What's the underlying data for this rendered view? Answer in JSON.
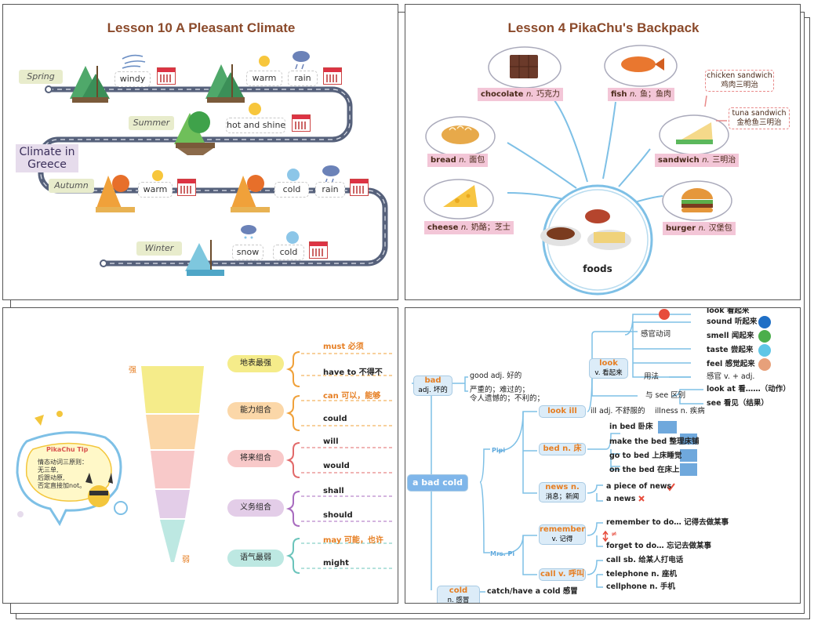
{
  "panel1": {
    "title": "Lesson 10 A Pleasant Climate",
    "center": "Climate in\nGreece",
    "seasons": [
      {
        "name": "Spring",
        "weather": [
          "windy",
          "warm",
          "rain"
        ]
      },
      {
        "name": "Summer",
        "weather": [
          "hot and shine"
        ]
      },
      {
        "name": "Autumn",
        "weather": [
          "warm",
          "cold",
          "rain"
        ]
      },
      {
        "name": "Winter",
        "weather": [
          "snow",
          "cold"
        ]
      }
    ],
    "colors": {
      "road": "#55607a",
      "tag": "#e9ebc9",
      "title": "#8b4a2b"
    }
  },
  "panel2": {
    "title": "Lesson 4 PikaChu's Backpack",
    "center": "foods",
    "foods": [
      {
        "word": "chocolate",
        "pos": "n.",
        "cn": "巧克力"
      },
      {
        "word": "fish",
        "pos": "n.",
        "cn": "鱼；鱼肉"
      },
      {
        "word": "bread",
        "pos": "n.",
        "cn": "面包"
      },
      {
        "word": "sandwich",
        "pos": "n.",
        "cn": "三明治"
      },
      {
        "word": "cheese",
        "pos": "n.",
        "cn": "奶酪；芝士"
      },
      {
        "word": "burger",
        "pos": "n.",
        "cn": "汉堡包"
      }
    ],
    "extras": [
      {
        "en": "chicken sandwich",
        "cn": "鸡肉三明治"
      },
      {
        "en": "tuna sandwich",
        "cn": "金枪鱼三明治"
      }
    ]
  },
  "panel3": {
    "tip_title": "PikaChu Tip",
    "tip_lines": [
      "情态动词三原则：",
      "无三单,",
      "后跟动原,",
      "否定直接加not。"
    ],
    "strong": "强",
    "weak": "弱",
    "groups": [
      {
        "cat": "地表最强",
        "modals": [
          {
            "w": "must 必须",
            "c": "orange"
          },
          {
            "w": "have to 不得不",
            "c": "black"
          }
        ],
        "color": "#f5ec8a"
      },
      {
        "cat": "能力组合",
        "modals": [
          {
            "w": "can 可以，能够",
            "c": "orange"
          },
          {
            "w": "could",
            "c": "black"
          }
        ],
        "color": "#fbd7a8"
      },
      {
        "cat": "将来组合",
        "modals": [
          {
            "w": "will",
            "c": "black"
          },
          {
            "w": "would",
            "c": "black"
          }
        ],
        "color": "#f8c9c9"
      },
      {
        "cat": "义务组合",
        "modals": [
          {
            "w": "shall",
            "c": "black"
          },
          {
            "w": "should",
            "c": "black"
          }
        ],
        "color": "#e3cde8"
      },
      {
        "cat": "语气最弱",
        "modals": [
          {
            "w": "may 可能，也许",
            "c": "orange"
          },
          {
            "w": "might",
            "c": "black"
          }
        ],
        "color": "#bde8e2"
      }
    ]
  },
  "panel4": {
    "root": "a bad cold",
    "bad": {
      "word": "bad",
      "def": "adj. 坏的",
      "items": [
        "good adj. 好的",
        "严重的；难过的；",
        "令人遗憾的；不利的；"
      ]
    },
    "pipi": "Pipi",
    "mrspi": "Mrs. Pi",
    "look": {
      "word": "look",
      "def": "v. 看起来"
    },
    "sense": "感官动词",
    "sense_items": [
      "look 看起来",
      "sound 听起来",
      "smell 闻起来",
      "taste 尝起来",
      "feel 感觉起来"
    ],
    "usage": "用法",
    "usage_item": "感官 v. + adj.",
    "diff": "与 see 区别",
    "diff_items": [
      "look at 看……（动作）",
      "see 看见（结果）"
    ],
    "lookill": "look ill",
    "ill": "ill adj. 不舒服的",
    "illness": "illness n. 疾病",
    "bed": "bed n. 床",
    "bed_items": [
      "in bed 卧床",
      "make the bed 整理床铺",
      "go to bed 上床睡觉",
      "on the bed 在床上"
    ],
    "news": {
      "word": "news n.",
      "def": "消息；新闻"
    },
    "news_items": [
      "a piece of news",
      "a news"
    ],
    "remember": {
      "word": "remember",
      "def": "v. 记得"
    },
    "remember_items": [
      "remember to do… 记得去做某事",
      "forget to do… 忘记去做某事"
    ],
    "neq": "≠",
    "call": "call v. 呼叫",
    "call_items": [
      "call sb. 给某人打电话",
      "telephone n. 座机",
      "cellphone n. 手机"
    ],
    "cold": {
      "word": "cold",
      "def": "n. 感冒"
    },
    "cold_items": [
      "catch/have a cold 感冒"
    ]
  }
}
